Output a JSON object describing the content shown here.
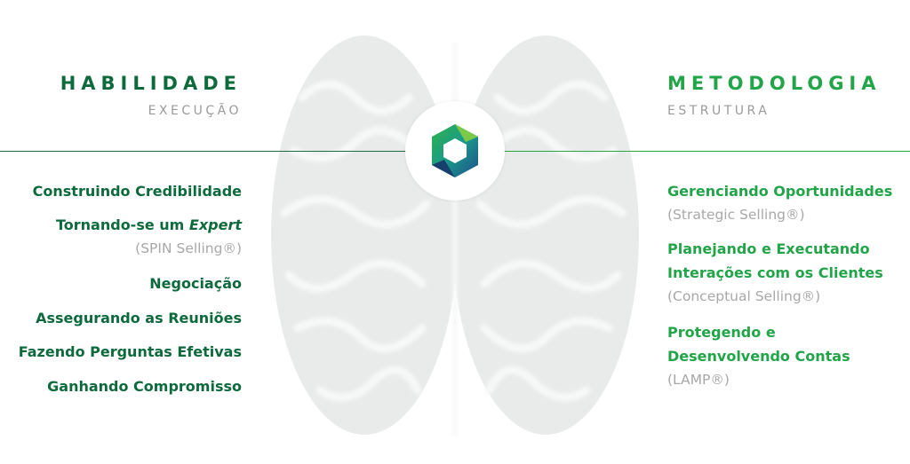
{
  "left": {
    "title": "HABILIDADE",
    "subtitle": "EXECUÇÃO",
    "items": [
      {
        "label": "Construindo Credibilidade"
      },
      {
        "label": "Tornando-se um ",
        "label_italic": "Expert",
        "note": "(SPIN Selling®)"
      },
      {
        "label": "Negociação"
      },
      {
        "label": "Assegurando as Reuniões"
      },
      {
        "label": "Fazendo Perguntas Efetivas"
      },
      {
        "label": "Ganhando Compromisso"
      }
    ]
  },
  "right": {
    "title": "METODOLOGIA",
    "subtitle": "ESTRUTURA",
    "items": [
      {
        "line1": "Gerenciando Oportunidades",
        "note": "(Strategic Selling®)"
      },
      {
        "line1": "Planejando e Executando",
        "line2": "Interações com os Clientes",
        "note": "(Conceptual Selling®)"
      },
      {
        "line1": "Protegendo e",
        "line2": "Desenvolvendo Contas",
        "note": "(LAMP®)"
      }
    ]
  },
  "colors": {
    "left_green": "#0d6a3c",
    "right_green": "#22a448",
    "note_gray": "#a8a8a8"
  }
}
